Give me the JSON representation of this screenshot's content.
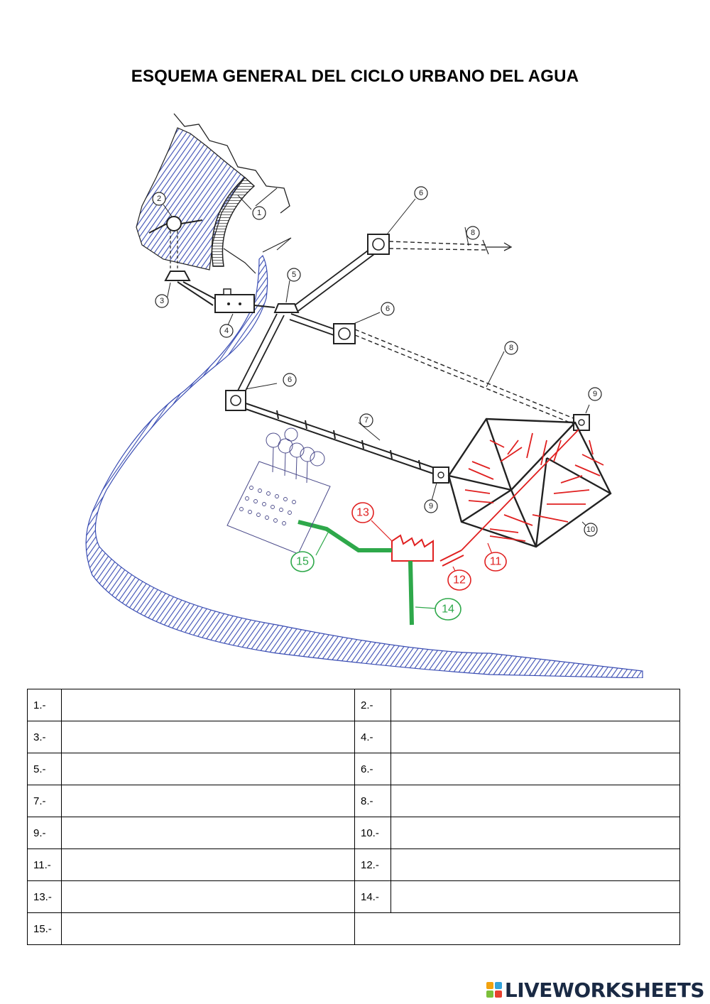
{
  "title": "ESQUEMA GENERAL DEL CICLO URBANO DEL AGUA",
  "diagram": {
    "labels_black": [
      "1",
      "2",
      "3",
      "4",
      "5",
      "6",
      "6",
      "6",
      "7",
      "8",
      "8",
      "9",
      "9",
      "10"
    ],
    "labels_red": [
      "11",
      "12",
      "13"
    ],
    "labels_green": [
      "14",
      "15"
    ],
    "colors": {
      "water": "#3a4db3",
      "sewer": "#e02020",
      "reuse": "#2ea84a",
      "ink": "#222222"
    }
  },
  "answers": {
    "rows": [
      [
        "1.-",
        "2.-"
      ],
      [
        "3.-",
        "4.-"
      ],
      [
        "5.-",
        "6.-"
      ],
      [
        "7.-",
        "8.-"
      ],
      [
        "9.-",
        "10.-"
      ],
      [
        "11.-",
        "12.-"
      ],
      [
        "13.-",
        "14.-"
      ],
      [
        "15.-",
        ""
      ]
    ]
  },
  "logo": {
    "text": "LIVEWORKSHEETS",
    "icon": "liveworksheets-logo-icon"
  }
}
